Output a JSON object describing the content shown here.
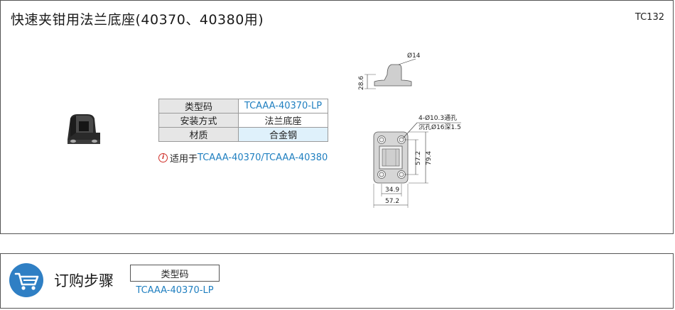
{
  "header": {
    "title": "快速夹钳用法兰底座(40370、40380用)",
    "code": "TC132"
  },
  "spec_table": {
    "rows": [
      {
        "label": "类型码",
        "value": "TCAAA-40370-LP"
      },
      {
        "label": "安装方式",
        "value": "法兰底座"
      },
      {
        "label": "材质",
        "value": "合金钢"
      }
    ]
  },
  "note": {
    "prefix": "适用于",
    "link": "TCAAA-40370/TCAAA-40380"
  },
  "drawing": {
    "dia_top": "Ø14",
    "height": "28.6",
    "hole_note_1": "4-Ø10.3通孔",
    "hole_note_2": "沉孔Ø16深1.5",
    "dim_57_2_v": "57.2",
    "dim_79_4": "79.4",
    "dim_34_9": "34.9",
    "dim_57_2_h": "57.2"
  },
  "order": {
    "title": "订购步骤",
    "box_label": "类型码",
    "value": "TCAAA-40370-LP"
  },
  "colors": {
    "accent": "#1f7fc0",
    "cart_bg": "#2f7fc4",
    "table_key_bg": "#e6e6e6",
    "table_shade_bg": "#dff1fb"
  }
}
